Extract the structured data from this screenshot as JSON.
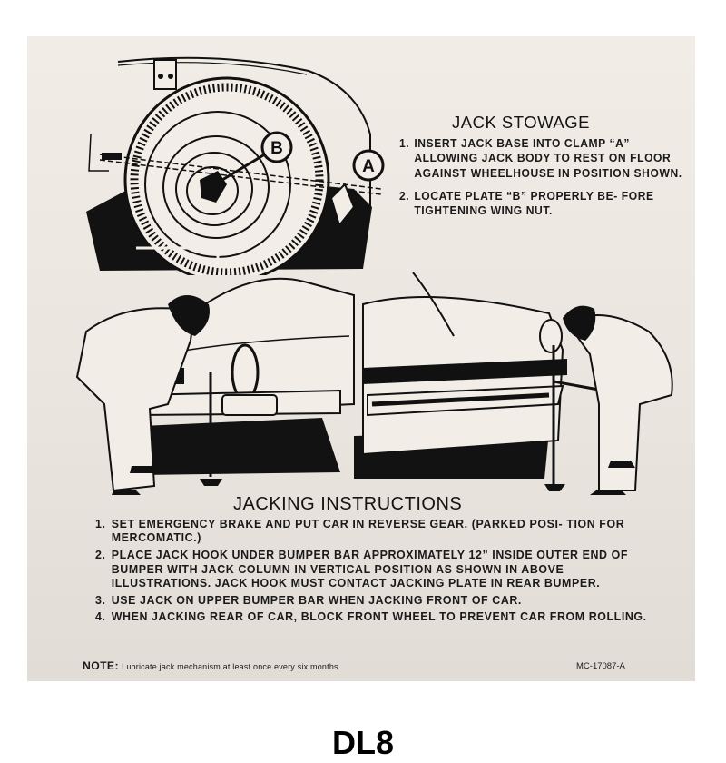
{
  "decal": {
    "background_color": "#ede7e1",
    "jack_stowage": {
      "heading": "JACK STOWAGE",
      "items": [
        {
          "num": "1.",
          "text": "INSERT JACK BASE INTO CLAMP “A” ALLOWING JACK BODY TO REST ON FLOOR AGAINST WHEELHOUSE IN POSITION SHOWN."
        },
        {
          "num": "2.",
          "text": "LOCATE PLATE “B” PROPERLY BE- FORE TIGHTENING WING NUT."
        }
      ],
      "illustration": {
        "description": "spare wheel in trunk with jack clamp",
        "callouts": [
          "B",
          "A"
        ]
      }
    },
    "jacking_instructions": {
      "heading": "JACKING INSTRUCTIONS",
      "items": [
        {
          "num": "1.",
          "text": "SET EMERGENCY BRAKE AND PUT CAR IN REVERSE GEAR. (PARKED POSI- TION FOR MERCOMATIC.)"
        },
        {
          "num": "2.",
          "text": "PLACE JACK HOOK UNDER BUMPER BAR APPROXIMATELY 12” INSIDE OUTER END OF BUMPER WITH JACK COLUMN IN VERTICAL POSITION AS SHOWN IN ABOVE ILLUSTRATIONS. JACK HOOK MUST CONTACT JACKING PLATE IN REAR BUMPER."
        },
        {
          "num": "3.",
          "text": "USE JACK ON UPPER BUMPER BAR WHEN JACKING FRONT OF CAR."
        },
        {
          "num": "4.",
          "text": "WHEN JACKING REAR OF CAR, BLOCK FRONT WHEEL TO PREVENT CAR FROM ROLLING."
        }
      ],
      "illustration": {
        "description": "two mechanics jacking rear and front of a 1950s car"
      }
    },
    "note": {
      "label": "NOTE:",
      "text": "Lubricate jack mechanism at least once every six months"
    },
    "part_number": "MC-17087-A"
  },
  "product_label": "DL8"
}
